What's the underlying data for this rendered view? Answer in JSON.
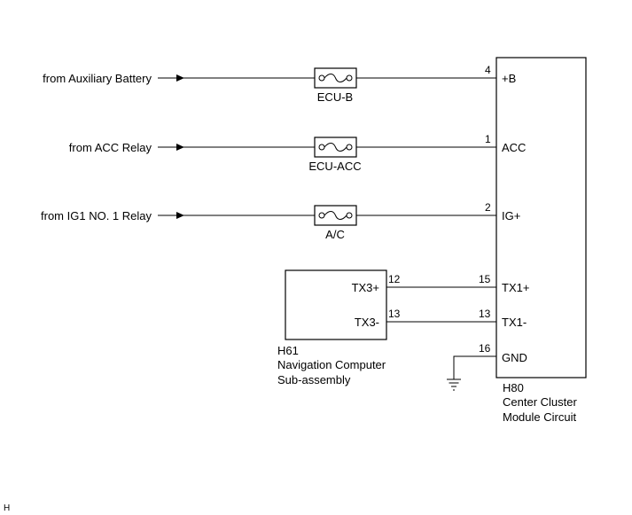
{
  "inputs": [
    {
      "label": "from Auxiliary Battery",
      "fuse": "ECU-B",
      "pin": "4",
      "terminal": "+B"
    },
    {
      "label": "from ACC Relay",
      "fuse": "ECU-ACC",
      "pin": "1",
      "terminal": "ACC"
    },
    {
      "label": "from IG1 NO. 1 Relay",
      "fuse": "A/C",
      "pin": "2",
      "terminal": "IG+"
    }
  ],
  "nav_computer": {
    "code": "H61",
    "name_line1": "Navigation Computer",
    "name_line2": "Sub-assembly",
    "terminals": [
      {
        "name": "TX3+",
        "pin": "12"
      },
      {
        "name": "TX3-",
        "pin": "13"
      }
    ]
  },
  "cluster": {
    "code": "H80",
    "name_line1": "Center Cluster",
    "name_line2": "Module Circuit",
    "terminals": [
      {
        "name": "TX1+",
        "pin": "15"
      },
      {
        "name": "TX1-",
        "pin": "13"
      },
      {
        "name": "GND",
        "pin": "16"
      }
    ]
  },
  "ground_icon": "ground-symbol-icon",
  "arrow_icon": "arrow-right-icon",
  "fuse_icon": "fuse-icon",
  "corner_mark": "H"
}
